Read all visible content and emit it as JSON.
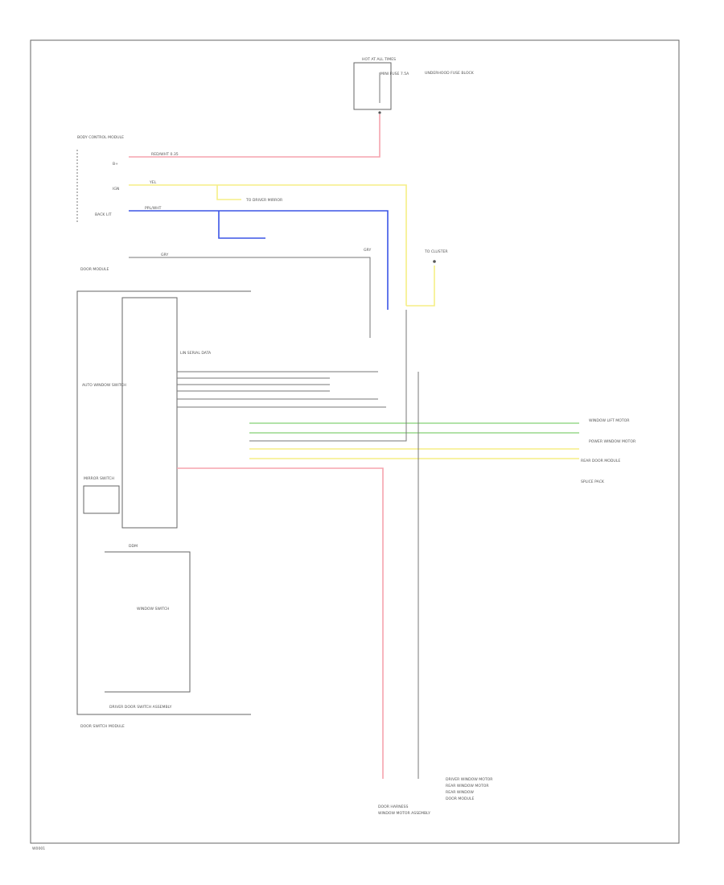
{
  "colors": {
    "red": "#f5a3ad",
    "yellow": "#f5ee86",
    "blue": "#3b55e6",
    "green": "#98d98c",
    "gray": "#777777"
  },
  "labels": {
    "top_connector": "HOT AT ALL TIMES",
    "fuse_label": "MINI FUSE 7.5A",
    "fuse_block": "UNDERHOOD FUSE BLOCK",
    "switch_block_1": "DRIVER DOOR SWITCH ASSEMBLY",
    "switch_block_2": "WINDOW SWITCH",
    "pin_bat": "B+",
    "pin_ign": "IGN",
    "pin_back": "BACK LIT",
    "wire_red_top": "RED/WHT 0.35",
    "wire_yel_top": "YEL",
    "wire_blu_top": "PPL/WHT",
    "wire_gry": "GRY",
    "to_driver_mirror": "TO DRIVER MIRROR",
    "to_cluster": "TO CLUSTER",
    "left_module_hdr": "BODY CONTROL MODULE",
    "left_module_sub": "DOOR MODULE",
    "left_switch_a": "AUTO WINDOW SWITCH",
    "left_switch_b": "MIRROR SWITCH",
    "center_header": "LIN SERIAL DATA",
    "module_code": "DDM",
    "module_footer": "DOOR SWITCH MODULE",
    "right_ref_1": "WINDOW LIFT MOTOR",
    "right_ref_2": "POWER WINDOW MOTOR",
    "right_ref_3": "REAR DOOR MODULE",
    "right_ref_4": "SPLICE PACK",
    "bottom_ref_1": "DRIVER WINDOW MOTOR",
    "bottom_ref_2": "REAR WINDOW MOTOR",
    "bottom_ref_3": "REAR WINDOW",
    "bottom_ref_4": "DOOR MODULE",
    "bottom_left_ref": "DOOR HARNESS",
    "bottom_left_title": "WINDOW MOTOR ASSEMBLY",
    "footer_id": "W0001"
  }
}
